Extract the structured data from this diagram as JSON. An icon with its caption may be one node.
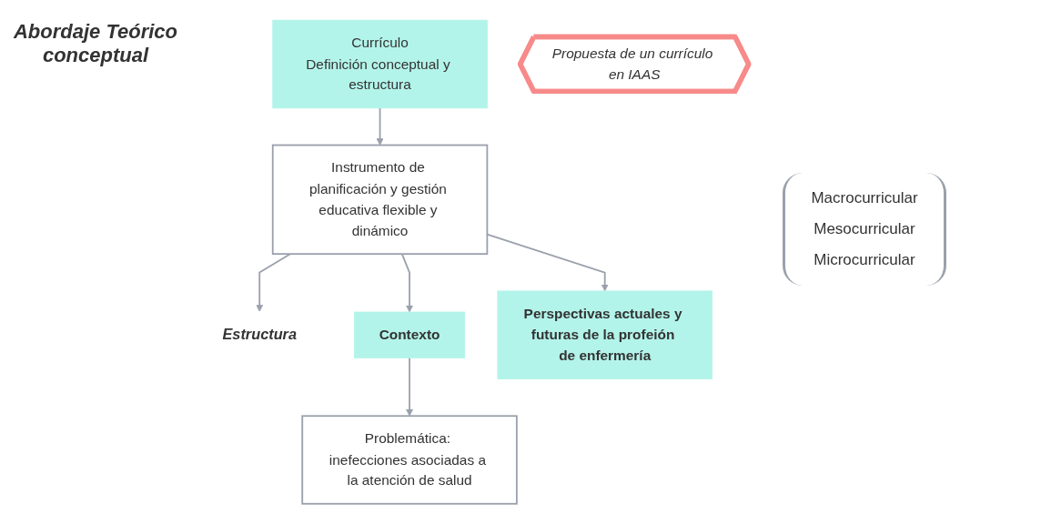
{
  "diagram": {
    "title": "Abordaje Teórico conceptual",
    "nodes": [
      {
        "text": [
          "Currículo",
          "Definición conceptual y estructura"
        ]
      },
      {
        "text": [
          "Instrumento de planificación y gestión educativa flexible y dinámico"
        ]
      },
      {
        "text": [
          "Estructura"
        ]
      },
      {
        "text": [
          "Propuesta de un currículo en IAAS"
        ]
      },
      {
        "text": [
          "Contexto"
        ]
      },
      {
        "text": [
          "Perspectivas actuales y futuras de la profeión de enfermería"
        ]
      },
      {
        "text": [
          "Problemática: inefecciones asociadas a la atención de salud"
        ]
      }
    ],
    "edges": [
      {
        "from": 0,
        "to": 1,
        "arrow": "to"
      },
      {
        "from": 1,
        "to": 2,
        "arrow": "to"
      },
      {
        "from": 1,
        "to": 4,
        "arrow": "to"
      },
      {
        "from": 1,
        "to": 5,
        "arrow": "to"
      },
      {
        "from": 4,
        "to": 6,
        "arrow": "to"
      }
    ],
    "labels": [
      "Macrocurricular",
      "Mesocurricular",
      "Microcurricular"
    ]
  }
}
